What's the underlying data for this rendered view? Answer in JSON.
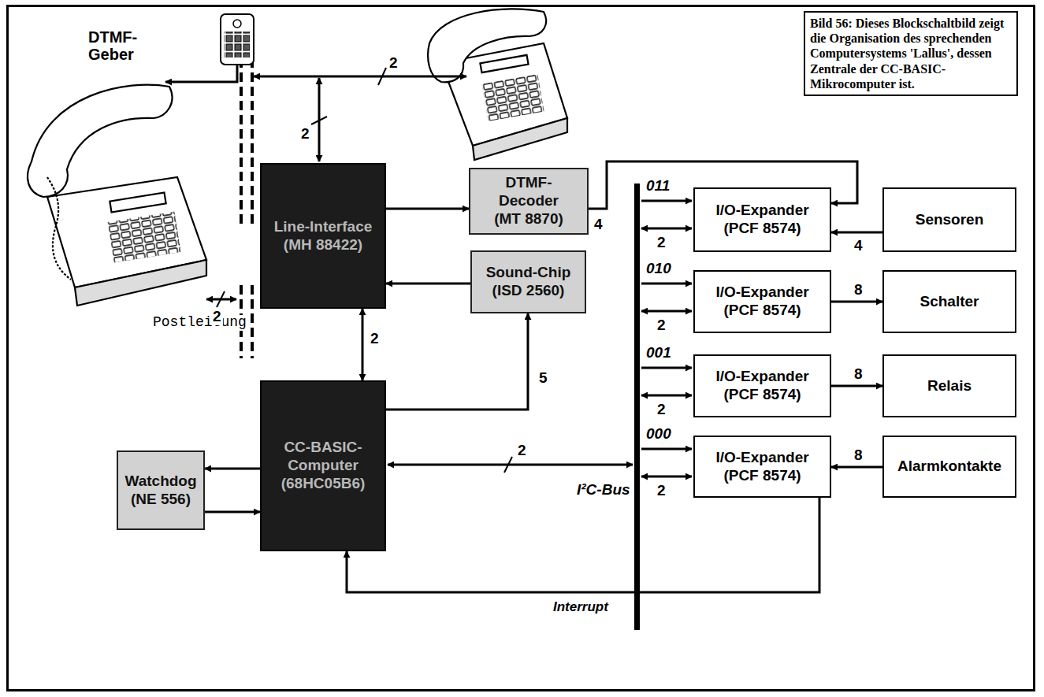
{
  "diagram": {
    "caption": "Bild 56: Dieses Blockschaltbild zeigt die Organisation des sprechenden Computersystems 'Lallus', dessen Zentrale der CC-BASIC-Mikrocomputer ist.",
    "nodes": [
      {
        "text": [
          "Line-Interface",
          "(MH 88422)"
        ]
      },
      {
        "text": [
          "DTMF-Decoder",
          "(MT 8870)"
        ]
      },
      {
        "text": [
          "Sound-Chip",
          "(ISD 2560)"
        ]
      },
      {
        "text": [
          "CC-BASIC-Computer",
          "(68HC05B6)"
        ]
      },
      {
        "text": [
          "Watchdog",
          "(NE 556)"
        ]
      },
      {
        "text": [
          "I/O-Expander",
          "(PCF 8574)"
        ]
      },
      {
        "text": [
          "I/O-Expander",
          "(PCF 8574)"
        ]
      },
      {
        "text": [
          "I/O-Expander",
          "(PCF 8574)"
        ]
      },
      {
        "text": [
          "I/O-Expander",
          "(PCF 8574)"
        ]
      },
      {
        "text": [
          "Sensoren"
        ]
      },
      {
        "text": [
          "Schalter"
        ]
      },
      {
        "text": [
          "Relais"
        ]
      },
      {
        "text": [
          "Alarmkontakte"
        ]
      }
    ],
    "edges": [
      {
        "from": 0,
        "to": 1,
        "arrow": "to"
      },
      {
        "from": 2,
        "to": 0,
        "arrow": "to"
      },
      {
        "from": 3,
        "to": 0,
        "arrow": "both",
        "label": "2"
      },
      {
        "from": 3,
        "to": 2,
        "arrow": "to",
        "label": "5"
      },
      {
        "from": 3,
        "to": 4,
        "arrow": "to"
      },
      {
        "from": 4,
        "to": 3,
        "arrow": "to"
      },
      {
        "from": 1,
        "to": 5,
        "arrow": "to",
        "label": "4"
      },
      {
        "from": 9,
        "to": 5,
        "arrow": "to",
        "label": "4"
      },
      {
        "from": 6,
        "to": 10,
        "arrow": "to",
        "label": "8"
      },
      {
        "from": 7,
        "to": 11,
        "arrow": "to",
        "label": "8"
      },
      {
        "from": 12,
        "to": 8,
        "arrow": "to",
        "label": "8"
      },
      {
        "from": 8,
        "to": 3,
        "arrow": "to",
        "label": "Interrupt"
      }
    ],
    "labels": [
      "DTMF-Geber",
      "Postleitung",
      "2",
      "2",
      "2",
      "011",
      "2",
      "010",
      "2",
      "001",
      "2",
      "000",
      "2",
      "I²C-Bus",
      "2"
    ]
  }
}
